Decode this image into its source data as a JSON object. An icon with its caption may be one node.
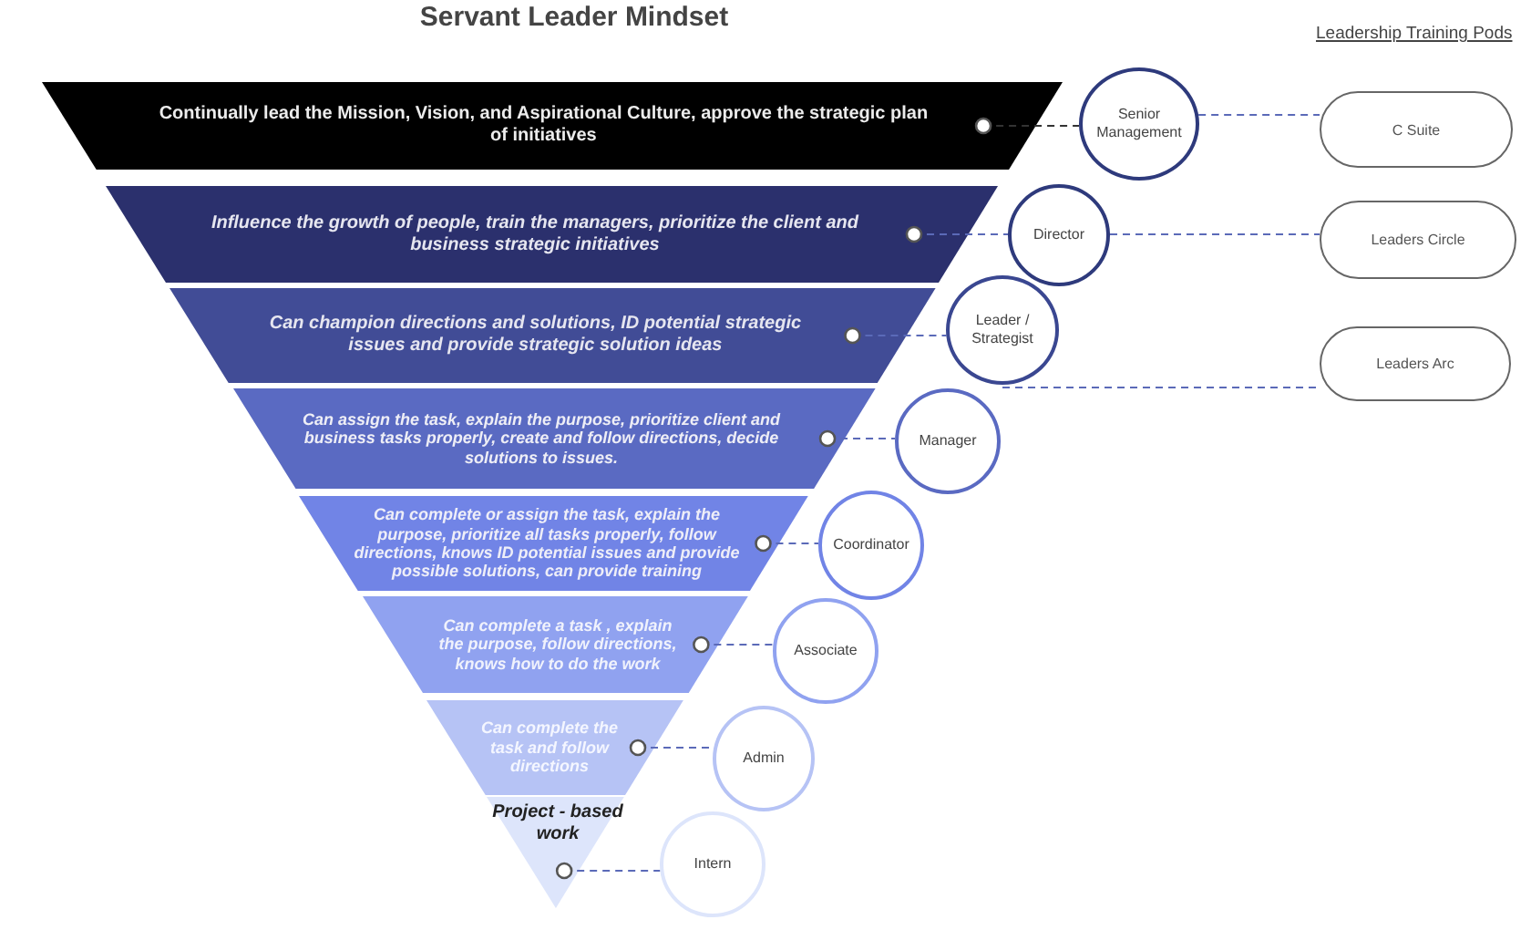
{
  "diagram": {
    "title": "Servant Leader Mindset",
    "nodes": [
      {
        "text": [
          "Continually lead the Mission, Vision, and Aspirational Culture, approve the strategic plan of initiatives"
        ]
      },
      {
        "text": [
          "Influence the growth of people, train the managers, prioritize the client and business strategic initiatives"
        ]
      },
      {
        "text": [
          "Can champion directions and solutions, ID potential strategic issues and provide strategic solution ideas"
        ]
      },
      {
        "text": [
          "Can assign the task, explain the purpose, prioritize client and business tasks properly, create and follow directions, decide solutions to issues."
        ]
      },
      {
        "text": [
          "Can complete or assign the task, explain the purpose, prioritize all tasks properly, follow directions, knows ID potential issues and provide possible solutions, can provide training"
        ]
      },
      {
        "text": [
          "Can complete a task , explain the purpose, follow directions, knows how to do the work"
        ]
      },
      {
        "text": [
          "Can complete the task and follow directions"
        ]
      },
      {
        "text": [
          "Project - based work"
        ]
      },
      {
        "text": [
          "Senior Management"
        ]
      },
      {
        "text": [
          "Director"
        ]
      },
      {
        "text": [
          "Leader / Strategist"
        ]
      },
      {
        "text": [
          "Manager"
        ]
      },
      {
        "text": [
          "Coordinator"
        ]
      },
      {
        "text": [
          "Associate"
        ]
      },
      {
        "text": [
          "Admin"
        ]
      },
      {
        "text": [
          "Intern"
        ]
      },
      {
        "text": [
          "C Suite"
        ]
      },
      {
        "text": [
          "Leaders Circle"
        ]
      },
      {
        "text": [
          "Leaders Arc"
        ]
      }
    ],
    "edges": [
      {
        "from": 0,
        "to": 8,
        "arrow": "other",
        "style": "dashed",
        "color": "#333333"
      },
      {
        "from": 1,
        "to": 9,
        "arrow": "other",
        "style": "dashed"
      },
      {
        "from": 2,
        "to": 10,
        "arrow": "other",
        "style": "dashed"
      },
      {
        "from": 3,
        "to": 11,
        "arrow": "other",
        "style": "dashed"
      },
      {
        "from": 4,
        "to": 12,
        "arrow": "other",
        "style": "dashed"
      },
      {
        "from": 5,
        "to": 13,
        "arrow": "other",
        "style": "dashed"
      },
      {
        "from": 6,
        "to": 14,
        "arrow": "other",
        "style": "dashed"
      },
      {
        "from": 7,
        "to": 15,
        "arrow": "other",
        "style": "dashed"
      },
      {
        "from": 8,
        "to": 16,
        "arrow": "none",
        "style": "dashed"
      },
      {
        "from": 9,
        "to": 17,
        "arrow": "none",
        "style": "dashed"
      },
      {
        "from": 10,
        "to": 18,
        "arrow": "none",
        "style": "dashed"
      }
    ],
    "labels": [
      "Leadership Training Pods"
    ]
  }
}
